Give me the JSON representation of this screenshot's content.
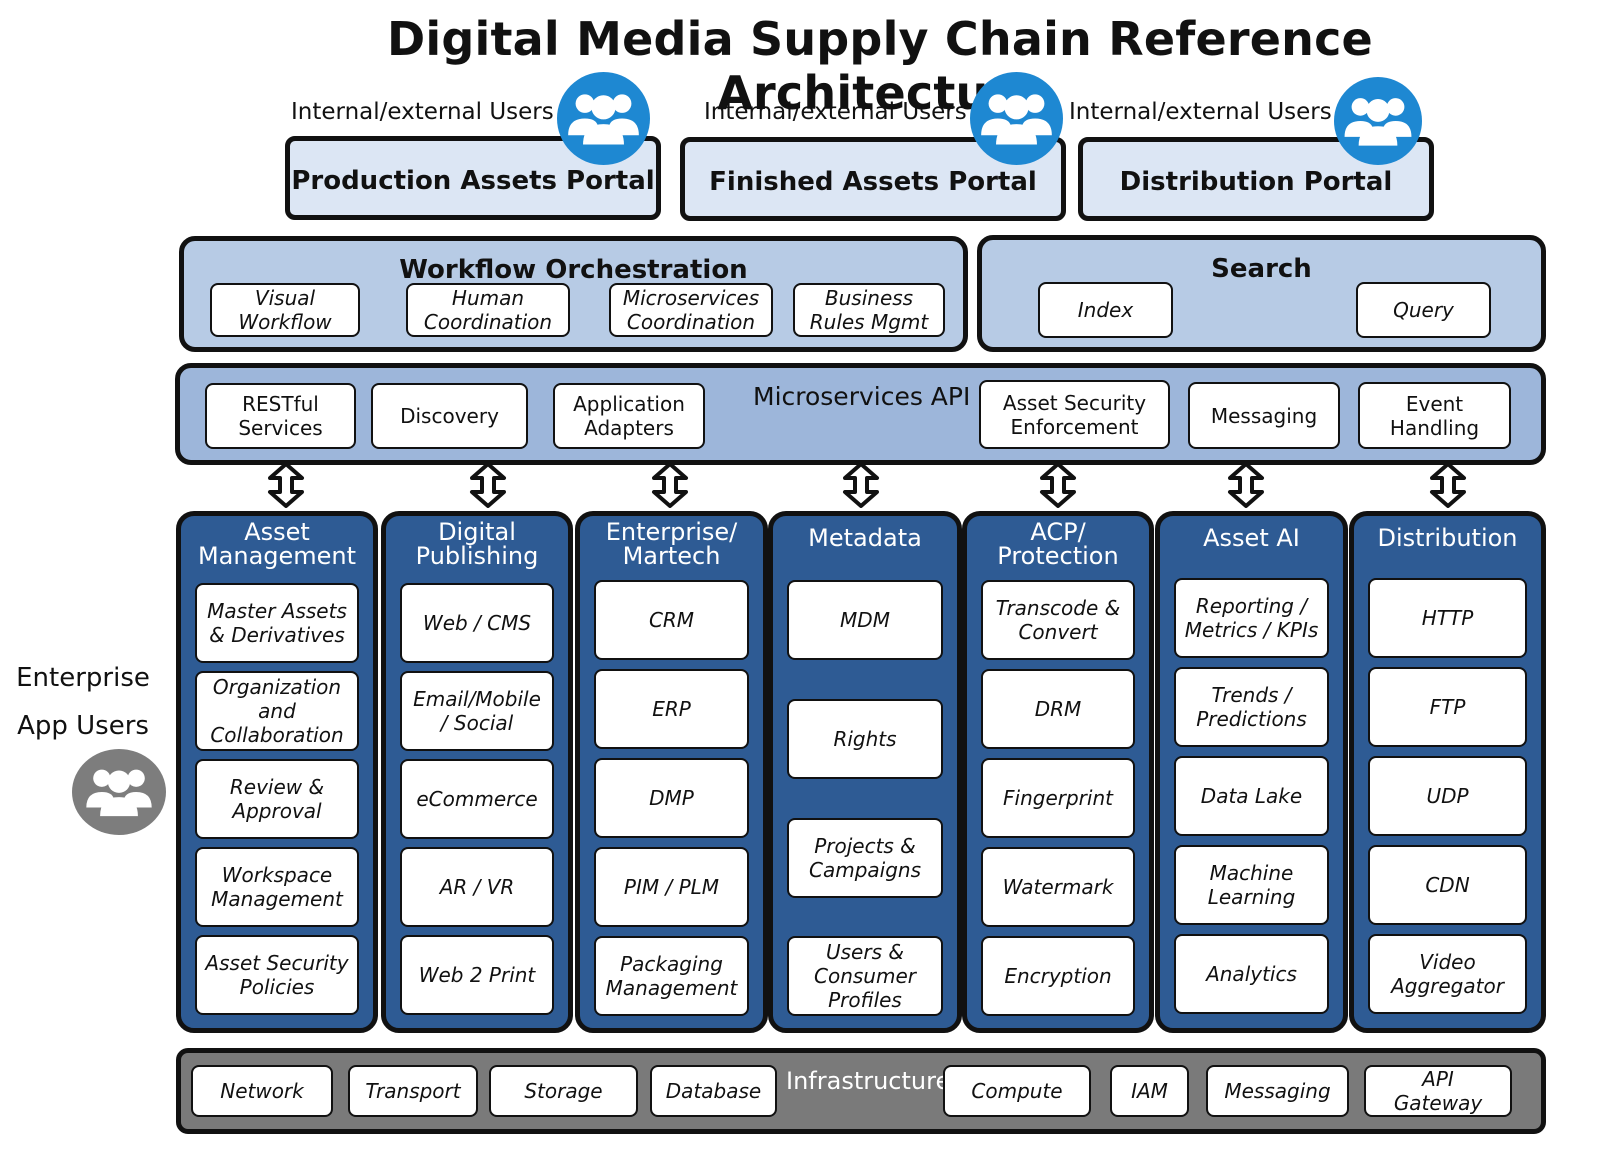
{
  "title": "Digital Media Supply Chain Reference Architecture",
  "colors": {
    "portal_fill": "#dce6f4",
    "panel_light": "#b7cbe5",
    "panel_mid": "#9db6da",
    "column_fill": "#2e5b94",
    "infrastructure_fill": "#7a7a7a",
    "user_icon_blue": "#1e88d2",
    "user_icon_gray": "#7d7d7d"
  },
  "icons": {
    "portal_users": "users-group-icon",
    "enterprise_users": "users-group-icon",
    "connector": "double-arrow-icon"
  },
  "portals": [
    {
      "users_label": "Internal/external Users",
      "name": "Production Assets Portal"
    },
    {
      "users_label": "Internal/external Users",
      "name": "Finished Assets Portal"
    },
    {
      "users_label": "Internal/external Users",
      "name": "Distribution Portal"
    }
  ],
  "workflow": {
    "title": "Workflow Orchestration",
    "items": [
      "Visual\nWorkflow",
      "Human\nCoordination",
      "Microservices\nCoordination",
      "Business\nRules Mgmt"
    ]
  },
  "search": {
    "title": "Search",
    "items": [
      "Index",
      "Query"
    ]
  },
  "microservices_api": {
    "title": "Microservices API",
    "items": [
      "RESTful\nServices",
      "Discovery",
      "Application\nAdapters",
      "Asset Security\nEnforcement",
      "Messaging",
      "Event\nHandling"
    ]
  },
  "columns": [
    {
      "title": "Asset\nManagement",
      "items": [
        "Master Assets\n& Derivatives",
        "Organization\nand\nCollaboration",
        "Review &\nApproval",
        "Workspace\nManagement",
        "Asset Security\nPolicies"
      ]
    },
    {
      "title": "Digital\nPublishing",
      "items": [
        "Web / CMS",
        "Email/Mobile\n/ Social",
        "eCommerce",
        "AR / VR",
        "Web 2 Print"
      ]
    },
    {
      "title": "Enterprise/\nMartech",
      "items": [
        "CRM",
        "ERP",
        "DMP",
        "PIM / PLM",
        "Packaging\nManagement"
      ]
    },
    {
      "title": "Metadata",
      "items": [
        "MDM",
        "Rights",
        "Projects &\nCampaigns",
        "Users &\nConsumer\nProfiles"
      ]
    },
    {
      "title": "ACP/\nProtection",
      "items": [
        "Transcode &\nConvert",
        "DRM",
        "Fingerprint",
        "Watermark",
        "Encryption"
      ]
    },
    {
      "title": "Asset AI",
      "items": [
        "Reporting /\nMetrics / KPIs",
        "Trends /\nPredictions",
        "Data Lake",
        "Machine\nLearning",
        "Analytics"
      ]
    },
    {
      "title": "Distribution",
      "items": [
        "HTTP",
        "FTP",
        "UDP",
        "CDN",
        "Video\nAggregator"
      ]
    }
  ],
  "enterprise_users": {
    "label": "Enterprise\nApp Users"
  },
  "infrastructure": {
    "title": "Infrastructure",
    "items": [
      "Network",
      "Transport",
      "Storage",
      "Database",
      "Compute",
      "IAM",
      "Messaging",
      "API\nGateway"
    ]
  }
}
